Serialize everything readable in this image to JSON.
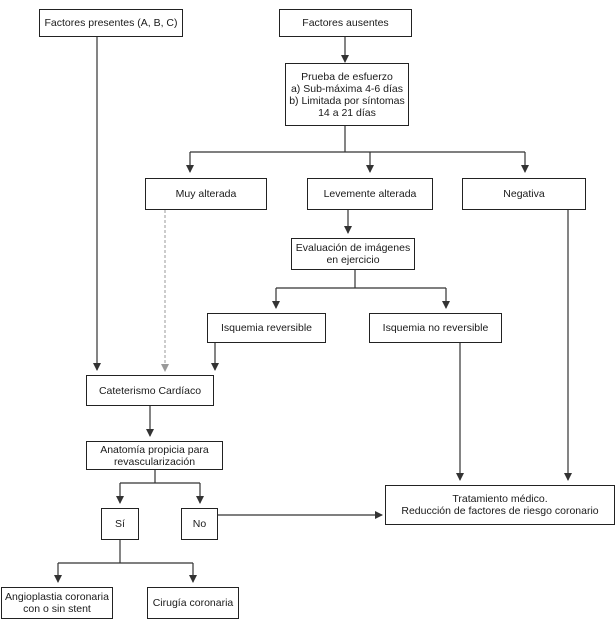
{
  "nodes": {
    "factores_presentes": [
      "Factores presentes (A, B, C)"
    ],
    "factores_ausentes": [
      "Factores ausentes"
    ],
    "prueba_esfuerzo": [
      "Prueba de esfuerzo",
      "a) Sub-máxima 4-6 días",
      "b) Limitada por síntomas",
      "14 a 21 días"
    ],
    "muy_alterada": [
      "Muy alterada"
    ],
    "levemente_alterada": [
      "Levemente alterada"
    ],
    "negativa": [
      "Negativa"
    ],
    "evaluacion_imagenes": [
      "Evaluación de imágenes",
      "en ejercicio"
    ],
    "isquemia_reversible": [
      "Isquemia reversible"
    ],
    "isquemia_no_reversible": [
      "Isquemia no reversible"
    ],
    "cateterismo": [
      "Cateterismo Cardíaco"
    ],
    "anatomia": [
      "Anatomía propicia para",
      "revascularización"
    ],
    "si": [
      "Sí"
    ],
    "no": [
      "No"
    ],
    "tratamiento": [
      "Tratamiento médico.",
      "Reducción de factores de riesgo coronario"
    ],
    "angioplastia": [
      "Angioplastia coronaria",
      "con o sin stent"
    ],
    "cirugia": [
      "Cirugía coronaria"
    ]
  }
}
